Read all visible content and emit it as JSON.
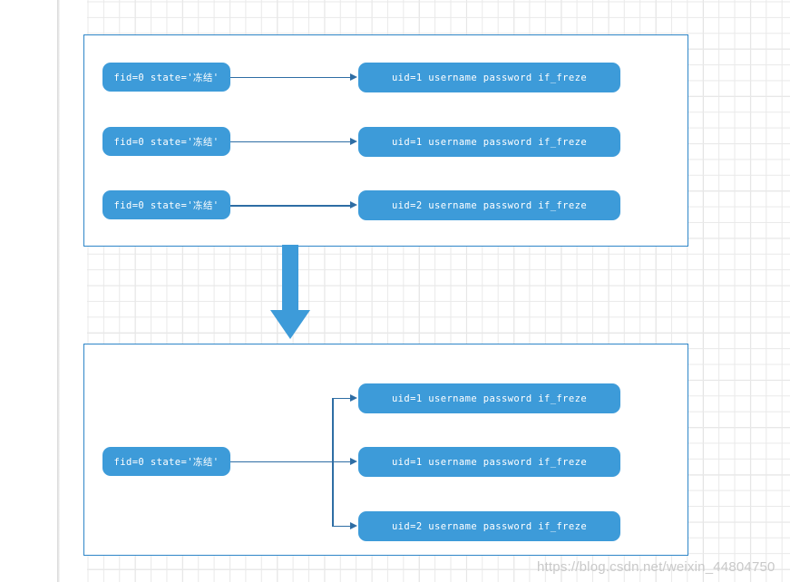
{
  "canvas": {
    "grid": "on",
    "background_color": "#ffffff",
    "grid_minor_color": "#e9e9e9",
    "grid_major_color": "#d2d2d2"
  },
  "theme": {
    "node_fill": "#3d9bd9",
    "node_text_color": "#ffffff",
    "frame_border_color": "#2e86c8",
    "connector_color": "#2e6da4",
    "block_arrow_color": "#3d9bd9",
    "watermark_color": "#c9c9c9"
  },
  "diagram": {
    "type": "flow",
    "title": "",
    "sections": [
      {
        "id": "before",
        "name": "before-transform-frame",
        "layout": "one-to-one",
        "left_nodes": [
          {
            "id": "before-left-1",
            "label": "fid=0 state='冻结'"
          },
          {
            "id": "before-left-2",
            "label": "fid=0 state='冻结'"
          },
          {
            "id": "before-left-3",
            "label": "fid=0 state='冻结'"
          }
        ],
        "right_nodes": [
          {
            "id": "before-right-1",
            "label": "uid=1 username password if_freze"
          },
          {
            "id": "before-right-2",
            "label": "uid=1 username password if_freze"
          },
          {
            "id": "before-right-3",
            "label": "uid=2 username password if_freze"
          }
        ]
      },
      {
        "id": "after",
        "name": "after-transform-frame",
        "layout": "one-to-many",
        "left_nodes": [
          {
            "id": "after-left-1",
            "label": "fid=0 state='冻结'"
          }
        ],
        "right_nodes": [
          {
            "id": "after-right-1",
            "label": "uid=1 username password if_freze"
          },
          {
            "id": "after-right-2",
            "label": "uid=1 username password if_freze"
          },
          {
            "id": "after-right-3",
            "label": "uid=2 username password if_freze"
          }
        ]
      }
    ],
    "transition": {
      "id": "down-arrow",
      "icon": "arrow-down-icon",
      "label": ""
    }
  },
  "watermark": {
    "text": "https://blog.csdn.net/weixin_44804750"
  }
}
